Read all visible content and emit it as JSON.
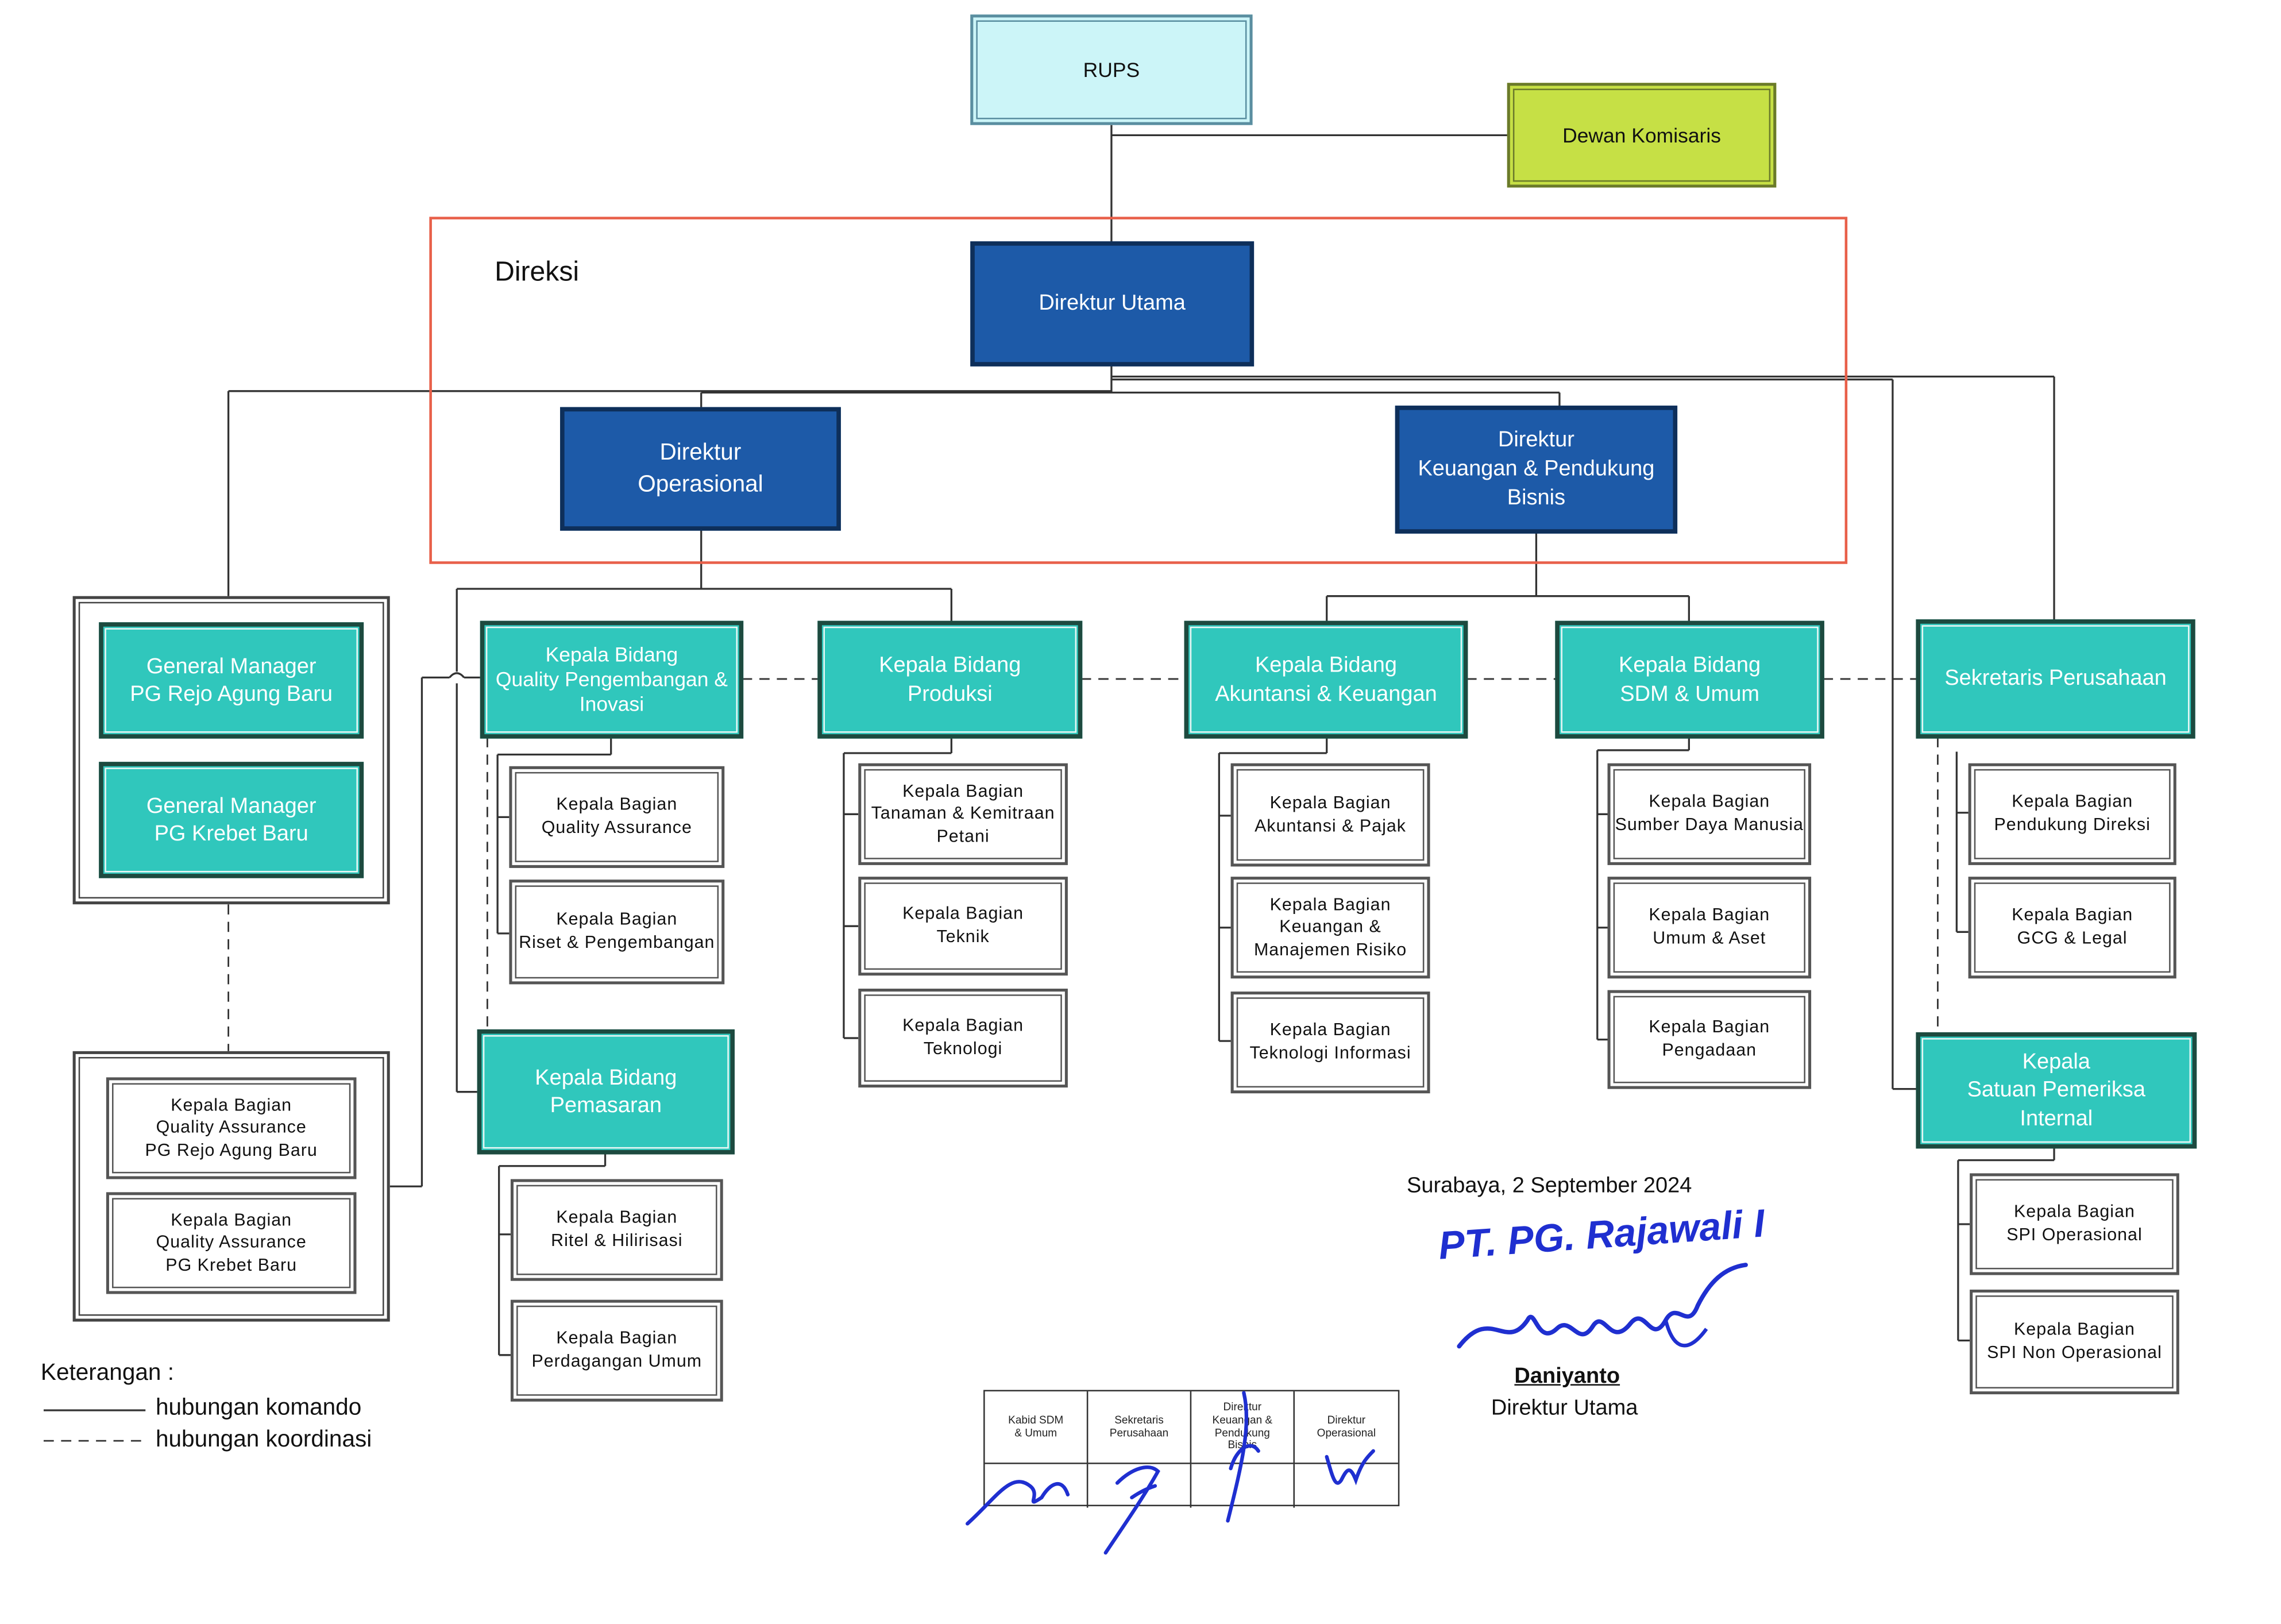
{
  "top": {
    "rups": "RUPS",
    "komisaris": "Dewan Komisaris"
  },
  "direksi": {
    "label": "Direksi",
    "utama": "Direktur Utama",
    "operasional": "Direktur\nOperasional",
    "keuangan": "Direktur\nKeuangan & Pendukung\nBisnis"
  },
  "gm": {
    "rejo": "General Manager\nPG Rejo Agung Baru",
    "krebet": "General Manager\nPG Krebet Baru",
    "qa_rejo": "Kepala Bagian\nQuality Assurance\nPG Rejo Agung Baru",
    "qa_krebet": "Kepala Bagian\nQuality Assurance\nPG Krebet Baru"
  },
  "bidang": {
    "qpi": "Kepala Bidang\nQuality Pengembangan &\nInovasi",
    "produksi": "Kepala Bidang\nProduksi",
    "akuntansi": "Kepala Bidang\nAkuntansi & Keuangan",
    "sdm": "Kepala Bidang\nSDM & Umum",
    "sekretaris": "Sekretaris Perusahaan",
    "pemasaran": "Kepala Bidang\nPemasaran",
    "spi": "Kepala\nSatuan Pemeriksa\nInternal"
  },
  "bagian": {
    "qpi": [
      "Kepala Bagian\nQuality Assurance",
      "Kepala Bagian\nRiset & Pengembangan"
    ],
    "produksi": [
      "Kepala Bagian\nTanaman & Kemitraan\nPetani",
      "Kepala Bagian\nTeknik",
      "Kepala Bagian\nTeknologi"
    ],
    "akuntansi": [
      "Kepala Bagian\nAkuntansi & Pajak",
      "Kepala Bagian\nKeuangan &\nManajemen Risiko",
      "Kepala Bagian\nTeknologi Informasi"
    ],
    "sdm": [
      "Kepala Bagian\nSumber Daya Manusia",
      "Kepala Bagian\nUmum & Aset",
      "Kepala Bagian\nPengadaan"
    ],
    "sekretaris": [
      "Kepala Bagian\nPendukung Direksi",
      "Kepala Bagian\nGCG & Legal"
    ],
    "pemasaran": [
      "Kepala Bagian\nRitel & Hilirisasi",
      "Kepala Bagian\nPerdagangan Umum"
    ],
    "spi": [
      "Kepala Bagian\nSPI Operasional",
      "Kepala Bagian\nSPI Non Operasional"
    ]
  },
  "legend": {
    "title": "Keterangan :",
    "solid": "hubungan komando",
    "dashed": "hubungan koordinasi"
  },
  "signature": {
    "place_date": "Surabaya, 2 September 2024",
    "company": "PT. PG. Rajawali I",
    "name": "Daniyanto",
    "title": "Direktur Utama"
  },
  "paraf": {
    "headers": [
      "Kabid SDM\n& Umum",
      "Sekretaris\nPerusahaan",
      "Direktur\nKeuangan &\nPendukung\nBisnis",
      "Direktur\nOperasional"
    ]
  },
  "colors": {
    "direktur": "#1d5aa8",
    "bidang": "#30c7bc",
    "rups": "#ccf5f8",
    "komisaris": "#c6e045",
    "direksi_frame": "#e8604a",
    "ink_blue": "#1f2fd0"
  }
}
